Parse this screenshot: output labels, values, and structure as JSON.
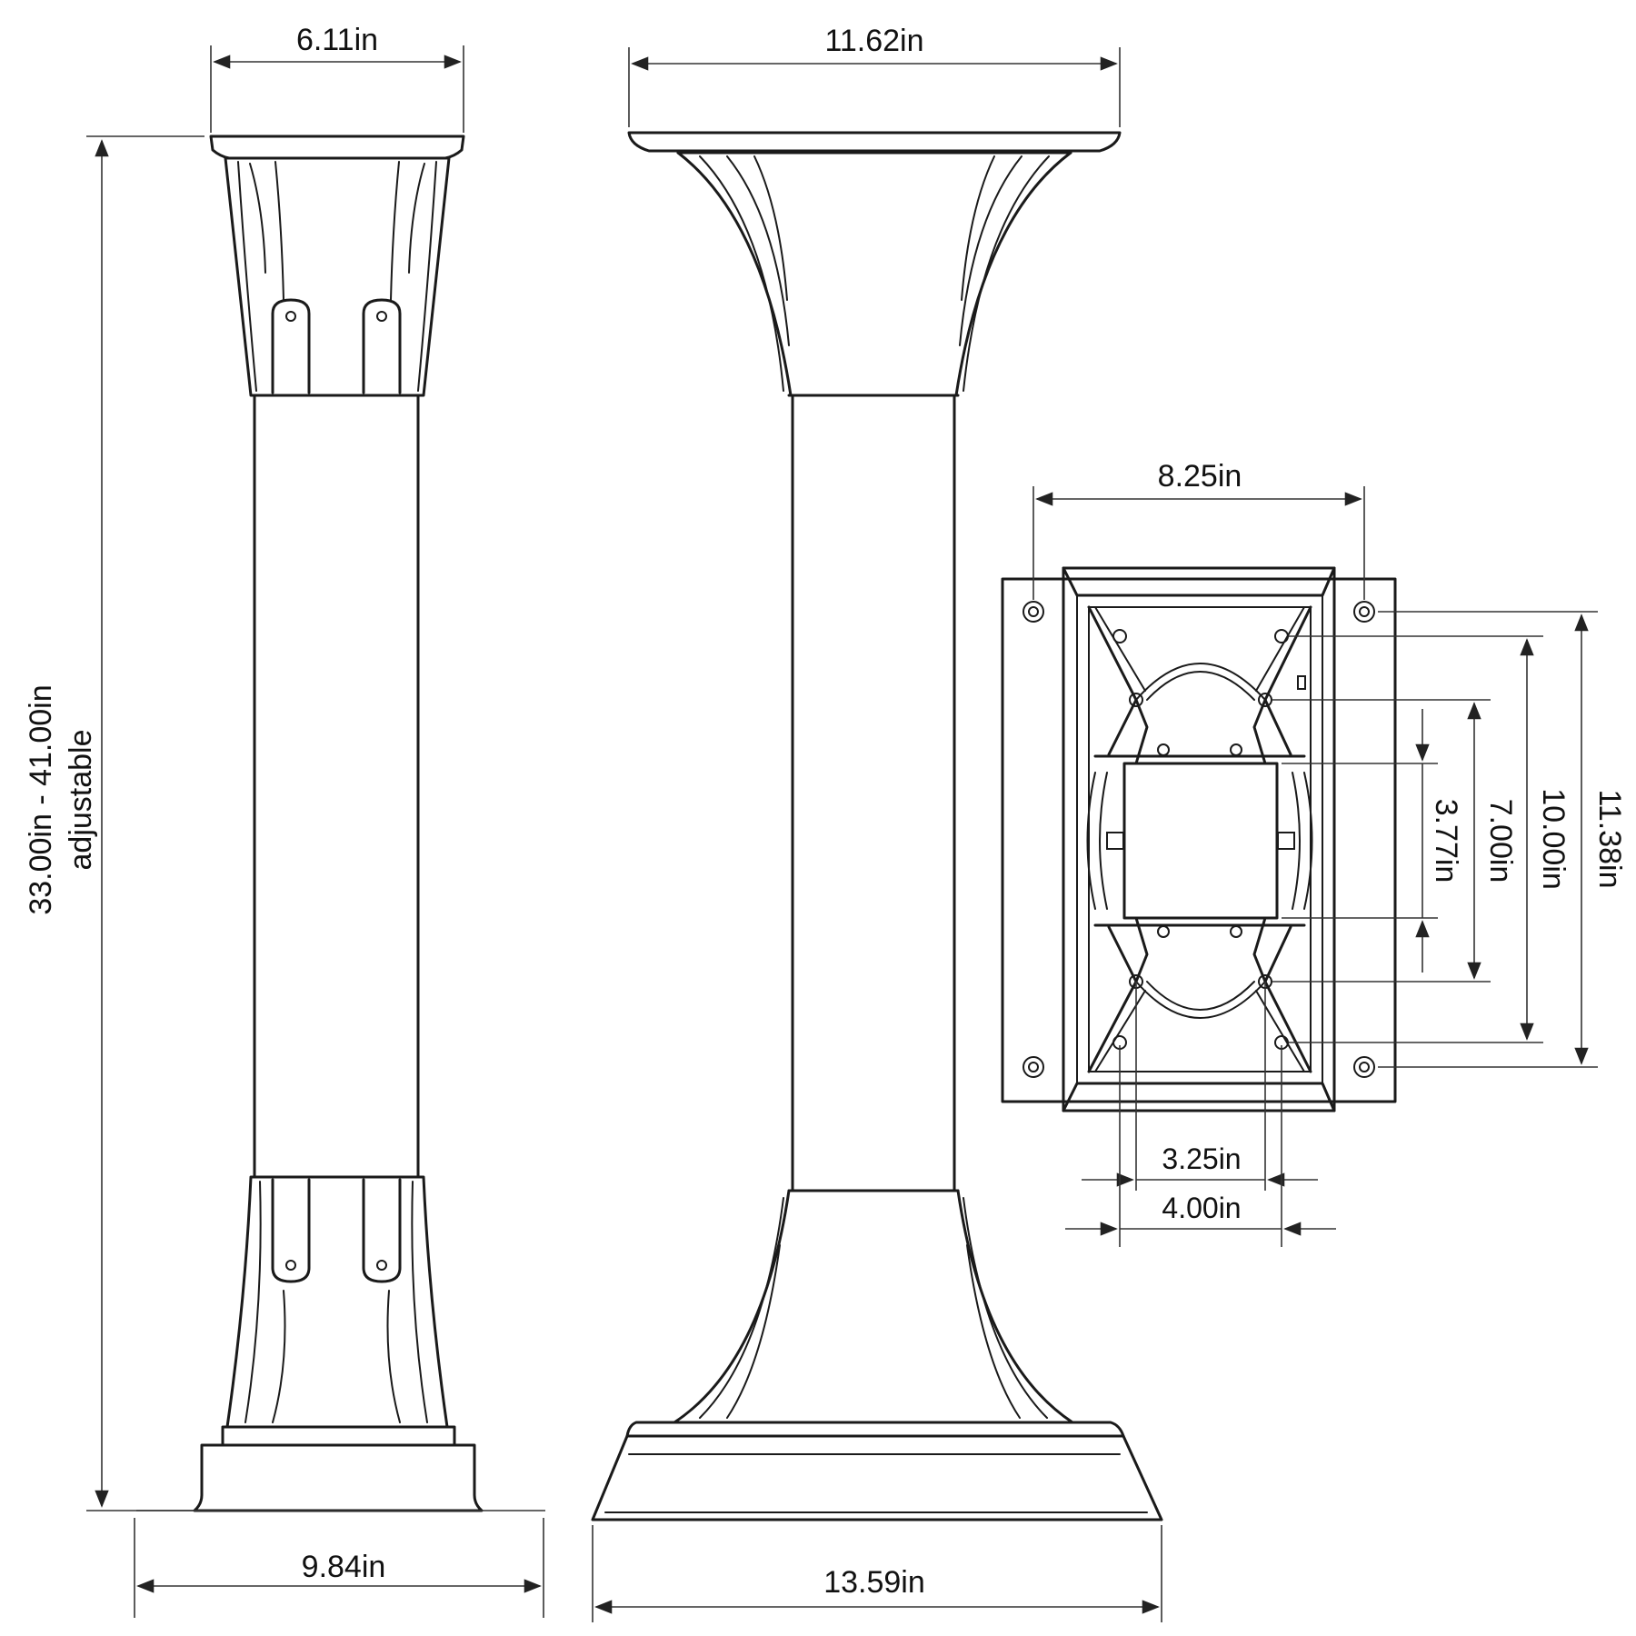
{
  "dimensions": {
    "top_width_side": "6.11in",
    "top_width_front": "11.62in",
    "height": "33.00in - 41.00in",
    "height_note": "adjustable",
    "base_width_side": "9.84in",
    "base_width_front": "13.59in",
    "plate_width": "8.25in",
    "plate_height": "11.38in",
    "hole_spacing_vertical": "10.00in",
    "inner_spacing_vertical": "7.00in",
    "center_spacing_vertical": "3.77in",
    "center_spacing_horizontal": "3.25in",
    "inner_spacing_horizontal": "4.00in"
  },
  "colors": {
    "line": "#1a1a1a",
    "background": "#ffffff"
  }
}
